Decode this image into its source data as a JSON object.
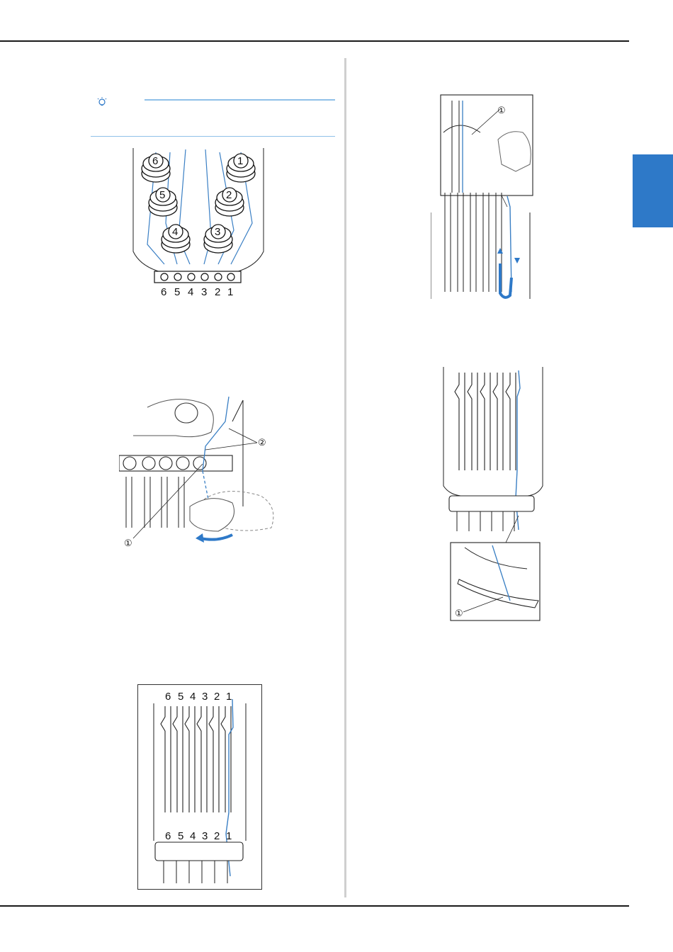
{
  "page": {
    "accent": "#2e79c8",
    "thread_color": "#3a7fc4"
  },
  "note": {
    "icon": "lightbulb-icon"
  },
  "spool_numbers": [
    "6",
    "5",
    "4",
    "3",
    "2",
    "1"
  ],
  "spool_top_labels": [
    "6",
    "5",
    "4",
    "3",
    "2",
    "1"
  ],
  "callouts": {
    "one": "①",
    "two": "②"
  },
  "needlebar_top_numbers": [
    "6",
    "5",
    "4",
    "3",
    "2",
    "1"
  ],
  "needlebar_bottom_numbers": [
    "6",
    "5",
    "4",
    "3",
    "2",
    "1"
  ]
}
